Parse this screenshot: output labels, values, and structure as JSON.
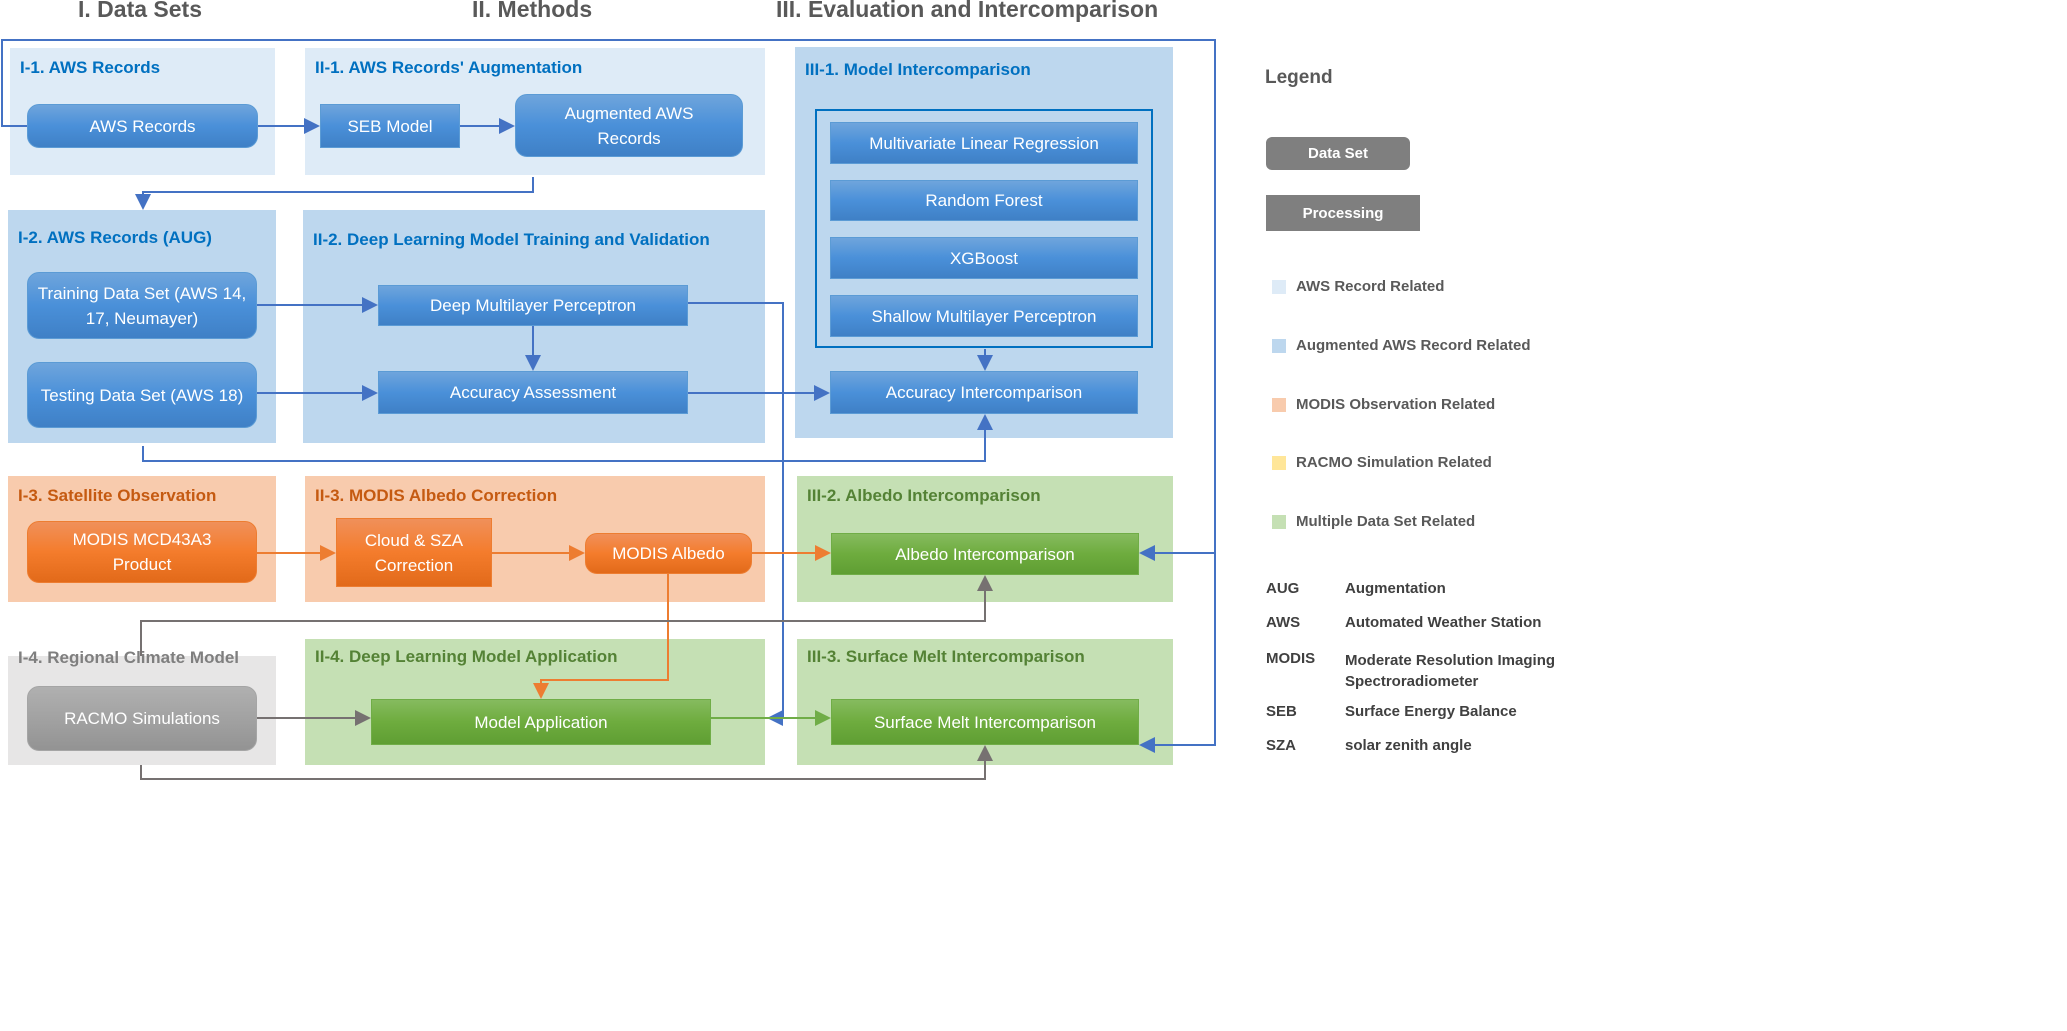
{
  "headers": {
    "data_sets": "I. Data Sets",
    "methods": "II. Methods",
    "evaluation": "III. Evaluation and Intercomparison"
  },
  "panels": {
    "i1": "I-1. AWS Records",
    "ii1": "II-1. AWS Records' Augmentation",
    "iii1": "III-1. Model Intercomparison",
    "i2": "I-2. AWS Records (AUG)",
    "ii2": "II-2. Deep Learning Model Training and Validation",
    "i3": "I-3. Satellite Observation",
    "ii3": "II-3. MODIS Albedo Correction",
    "iii2": "III-2. Albedo Intercomparison",
    "i4": "I-4. Regional Climate Model",
    "ii4": "II-4. Deep Learning Model Application",
    "iii3": "III-3. Surface Melt Intercomparison"
  },
  "nodes": {
    "aws_records": "AWS Records",
    "seb_model": "SEB Model",
    "augmented": "Augmented AWS Records",
    "training": "Training Data Set (AWS 14, 17, Neumayer)",
    "testing": "Testing Data Set (AWS 18)",
    "dmlp": "Deep Multilayer Perceptron",
    "accuracy_assessment": "Accuracy Assessment",
    "mlr": "Multivariate Linear Regression",
    "rf": "Random Forest",
    "xgb": "XGBoost",
    "smlp": "Shallow Multilayer Perceptron",
    "accuracy_intercomparison": "Accuracy Intercomparison",
    "modis_product": "MODIS MCD43A3 Product",
    "cloud_sza": "Cloud & SZA Correction",
    "modis_albedo": "MODIS Albedo",
    "albedo_intercomparison": "Albedo Intercomparison",
    "racmo": "RACMO Simulations",
    "model_application": "Model Application",
    "surface_melt": "Surface Melt Intercomparison"
  },
  "legend": {
    "title": "Legend",
    "data_set": "Data Set",
    "processing": "Processing",
    "categories": [
      {
        "label": "AWS Record Related",
        "color": "#deebf7"
      },
      {
        "label": "Augmented AWS Record Related",
        "color": "#bdd7ee"
      },
      {
        "label": "MODIS Observation Related",
        "color": "#f8cbad"
      },
      {
        "label": "RACMO Simulation Related",
        "color": "#ffe699"
      },
      {
        "label": "Multiple Data Set Related",
        "color": "#c5e0b4"
      }
    ],
    "abbreviations": [
      {
        "abbr": "AUG",
        "meaning": "Augmentation"
      },
      {
        "abbr": "AWS",
        "meaning": "Automated Weather Station"
      },
      {
        "abbr": "MODIS",
        "meaning": "Moderate Resolution Imaging Spectroradiometer"
      },
      {
        "abbr": "SEB",
        "meaning": "Surface Energy Balance"
      },
      {
        "abbr": "SZA",
        "meaning": "solar zenith angle"
      }
    ]
  },
  "colors": {
    "blue_arrow": "#4472c4",
    "orange_arrow": "#ed7d31",
    "gray_arrow": "#767171",
    "green_arrow": "#70ad47"
  }
}
